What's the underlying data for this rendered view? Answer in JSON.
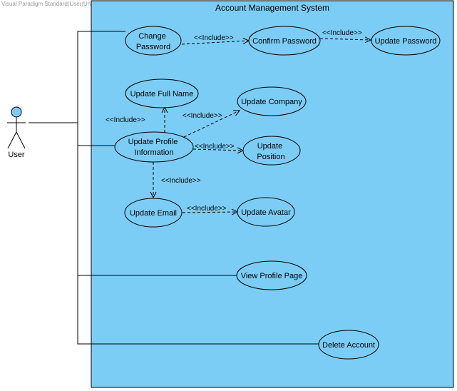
{
  "watermark": "Visual Paradigm Standard(User(University of Pretoria))",
  "system": {
    "title": "Account Management System"
  },
  "actor": {
    "label": "User"
  },
  "colors": {
    "boundary_fill": "#7ccdf5",
    "usecase_fill": "#7ccdf5",
    "actor_head": "#7ccdf5",
    "stroke": "#000000"
  },
  "use_cases": {
    "change_password": [
      "Change",
      "Password"
    ],
    "confirm_password": [
      "Confirm Password"
    ],
    "update_password": [
      "Update Password"
    ],
    "update_full_name": [
      "Update Full Name"
    ],
    "update_company": [
      "Update Company"
    ],
    "update_profile_information": [
      "Update Profile",
      "Information"
    ],
    "update_position": [
      "Update",
      "Position"
    ],
    "update_email": [
      "Update Email"
    ],
    "update_avatar": [
      "Update Avatar"
    ],
    "view_profile_page": [
      "View Profile Page"
    ],
    "delete_account": [
      "Delete Account"
    ]
  },
  "include_label": "<<Include>>"
}
